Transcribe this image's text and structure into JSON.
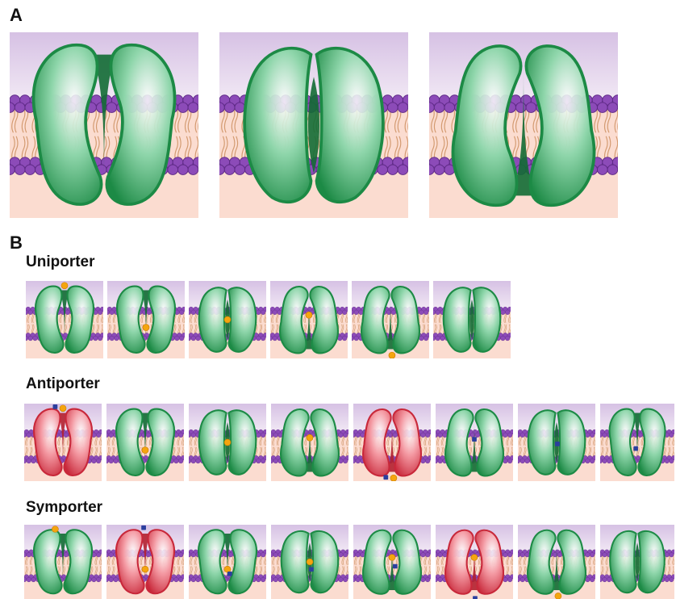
{
  "panel_a": {
    "label": "A",
    "states": [
      {
        "shape": "open-out",
        "color": "green"
      },
      {
        "shape": "occluded",
        "color": "green"
      },
      {
        "shape": "open-in",
        "color": "green"
      }
    ]
  },
  "panel_b": {
    "label": "B",
    "rows": [
      {
        "title": "Uniporter",
        "frames": [
          {
            "shape": "open-out",
            "color": "green",
            "balls": [
              {
                "pos": "above"
              }
            ],
            "squares": []
          },
          {
            "shape": "open-out",
            "color": "green",
            "balls": [
              {
                "pos": "mid-low"
              }
            ],
            "squares": []
          },
          {
            "shape": "occluded",
            "color": "green",
            "balls": [
              {
                "pos": "mid"
              }
            ],
            "squares": []
          },
          {
            "shape": "open-in",
            "color": "green",
            "balls": [
              {
                "pos": "mid-high"
              }
            ],
            "squares": []
          },
          {
            "shape": "open-in",
            "color": "green",
            "balls": [
              {
                "pos": "below"
              }
            ],
            "squares": []
          },
          {
            "shape": "occluded",
            "color": "green",
            "balls": [],
            "squares": []
          }
        ]
      },
      {
        "title": "Antiporter",
        "frames": [
          {
            "shape": "open-out",
            "color": "red",
            "balls": [
              {
                "pos": "above"
              }
            ],
            "squares": [
              {
                "pos": "above-left"
              }
            ]
          },
          {
            "shape": "open-out",
            "color": "green",
            "balls": [
              {
                "pos": "mid-low"
              }
            ],
            "squares": []
          },
          {
            "shape": "occluded",
            "color": "green",
            "balls": [
              {
                "pos": "mid"
              }
            ],
            "squares": []
          },
          {
            "shape": "open-in",
            "color": "green",
            "balls": [
              {
                "pos": "mid-high"
              }
            ],
            "squares": []
          },
          {
            "shape": "open-in",
            "color": "red",
            "balls": [
              {
                "pos": "below"
              }
            ],
            "squares": [
              {
                "pos": "below-left"
              }
            ]
          },
          {
            "shape": "open-in",
            "color": "green",
            "balls": [],
            "squares": [
              {
                "pos": "mid-high"
              }
            ]
          },
          {
            "shape": "occluded",
            "color": "green",
            "balls": [],
            "squares": [
              {
                "pos": "mid"
              }
            ]
          },
          {
            "shape": "open-out",
            "color": "green",
            "balls": [],
            "squares": [
              {
                "pos": "mid-low"
              }
            ]
          }
        ]
      },
      {
        "title": "Symporter",
        "frames": [
          {
            "shape": "open-out",
            "color": "green",
            "balls": [
              {
                "pos": "above-left"
              }
            ],
            "squares": []
          },
          {
            "shape": "open-out",
            "color": "red",
            "balls": [
              {
                "pos": "mid-low"
              }
            ],
            "squares": [
              {
                "pos": "above-right"
              }
            ]
          },
          {
            "shape": "open-out",
            "color": "green",
            "balls": [
              {
                "pos": "mid-low"
              }
            ],
            "squares": [
              {
                "pos": "mid-low2"
              }
            ]
          },
          {
            "shape": "occluded",
            "color": "green",
            "balls": [
              {
                "pos": "mid"
              }
            ],
            "squares": [
              {
                "pos": "mid2"
              }
            ]
          },
          {
            "shape": "open-in",
            "color": "green",
            "balls": [
              {
                "pos": "mid-high"
              }
            ],
            "squares": [
              {
                "pos": "mid-high2"
              }
            ]
          },
          {
            "shape": "open-in",
            "color": "red",
            "balls": [
              {
                "pos": "mid-high"
              }
            ],
            "squares": [
              {
                "pos": "below"
              }
            ]
          },
          {
            "shape": "open-in",
            "color": "green",
            "balls": [
              {
                "pos": "below"
              }
            ],
            "squares": []
          },
          {
            "shape": "occluded",
            "color": "green",
            "balls": [],
            "squares": []
          }
        ]
      }
    ]
  },
  "colors": {
    "green_fill": "#8fd6ab",
    "green_stroke": "#1c8a45",
    "red_fill": "#f49aa3",
    "red_stroke": "#c8283a",
    "sky": "#e7d7ee",
    "cytoplasm": "#fbdcd0",
    "lipid_head": "#8c4bb8",
    "lipid_tail": "#c98a57",
    "ball": "#f5a50f",
    "square": "#2b3f9e"
  }
}
